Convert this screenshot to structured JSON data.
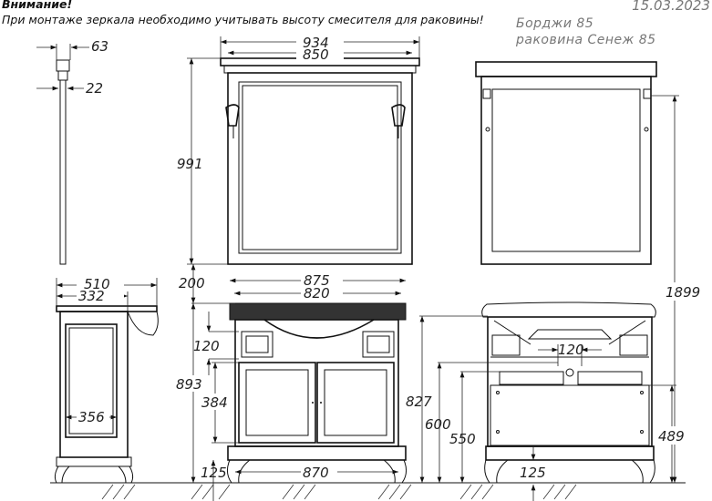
{
  "header": {
    "warning_title": "Внимание!",
    "warning_text": "При монтаже зеркала необходимо учитывать высоту смесителя для раковины!",
    "date": "15.03.2023",
    "model_name": "Борджи 85",
    "sink_name": "раковина Сенеж 85"
  },
  "mirror_side": {
    "depth_top": "63",
    "depth": "22"
  },
  "mirror_front": {
    "width_outer": "934",
    "width_inner": "850",
    "height": "991"
  },
  "vanity_side": {
    "depth_total": "510",
    "depth_body": "332",
    "door_width": "356"
  },
  "vanity_front": {
    "width_top": "875",
    "width_inner": "820",
    "gap_to_mirror": "200",
    "drawer_height": "120",
    "total_height": "893",
    "door_height": "384",
    "leg_height": "125",
    "width_base": "870"
  },
  "vanity_back": {
    "height_top": "827",
    "height_600": "600",
    "height_550": "550",
    "faucet_spacing": "120",
    "panel_height": "489",
    "leg_height": "125",
    "mirror_top_height": "1899"
  }
}
